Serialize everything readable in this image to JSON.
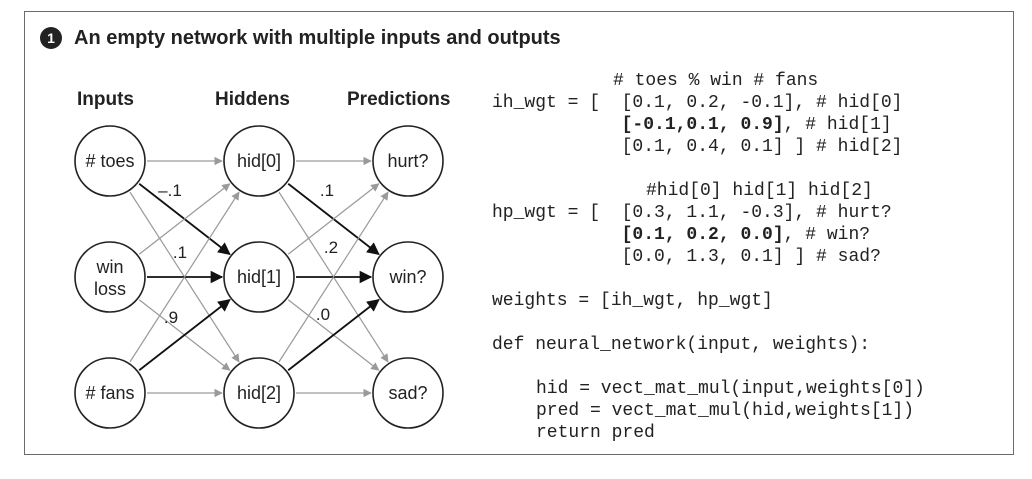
{
  "title": {
    "number": "1",
    "text": "An empty network with multiple inputs and outputs"
  },
  "columns": {
    "inputs": "Inputs",
    "hiddens": "Hiddens",
    "predictions": "Predictions"
  },
  "nodes": {
    "inputs": [
      "# toes",
      "win loss",
      "# fans"
    ],
    "hiddens": [
      "hid[0]",
      "hid[1]",
      "hid[2]"
    ],
    "outputs": [
      "hurt?",
      "win?",
      "sad?"
    ]
  },
  "weight_labels": {
    "input_to_hidden": [
      "–.1",
      ".1",
      ".9"
    ],
    "hidden_to_output": [
      ".1",
      ".2",
      ".0"
    ]
  },
  "code": {
    "ih_comment": "# toes % win # fans",
    "ih_lines": [
      {
        "pre": "ih_wgt = [  ",
        "bold": "",
        "post": "[0.1, 0.2, -0.1], # hid[0]"
      },
      {
        "pre": "            ",
        "bold": "[-0.1,0.1, 0.9]",
        "post": ", # hid[1]"
      },
      {
        "pre": "            ",
        "bold": "",
        "post": "[0.1, 0.4, 0.1] ] # hid[2]"
      }
    ],
    "hp_comment": "#hid[0] hid[1] hid[2]",
    "hp_lines": [
      {
        "pre": "hp_wgt = [  ",
        "bold": "",
        "post": "[0.3, 1.1, -0.3], # hurt?"
      },
      {
        "pre": "            ",
        "bold": "[0.1, 0.2, 0.0]",
        "post": ", # win?"
      },
      {
        "pre": "            ",
        "bold": "",
        "post": "[0.0, 1.3, 0.1] ] # sad?"
      }
    ],
    "weights_line": "weights = [ih_wgt, hp_wgt]",
    "def_line": "def neural_network(input, weights):",
    "body_lines": [
      "hid = vect_mat_mul(input,weights[0])",
      "pred = vect_mat_mul(hid,weights[1])",
      "return pred"
    ]
  },
  "colors": {
    "highlight_edge": "#111111",
    "normal_edge": "#9a9a9a",
    "node_stroke": "#222222"
  }
}
